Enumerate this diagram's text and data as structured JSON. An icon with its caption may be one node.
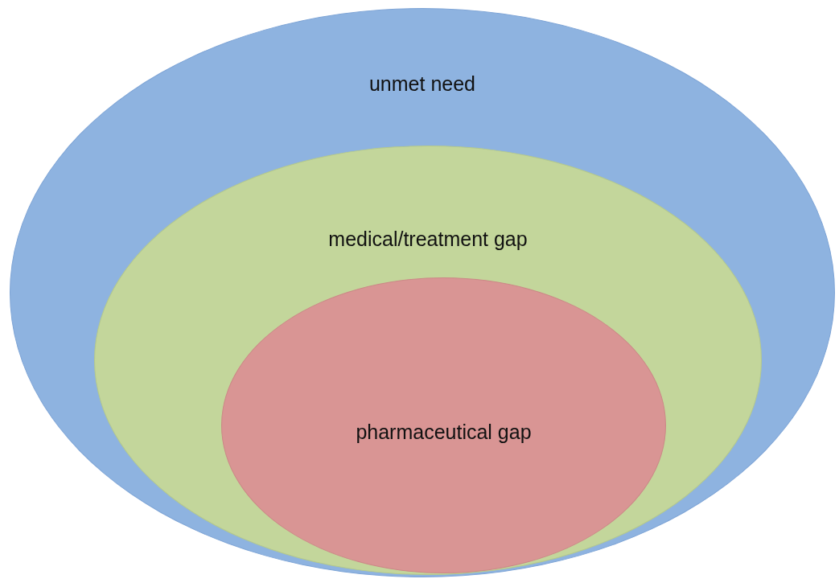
{
  "diagram": {
    "nodes": [
      {
        "text": [
          "unmet need"
        ]
      },
      {
        "text": [
          "medical/treatment gap"
        ],
        "in": 0
      },
      {
        "text": [
          "pharmaceutical gap"
        ],
        "in": 1
      }
    ]
  }
}
